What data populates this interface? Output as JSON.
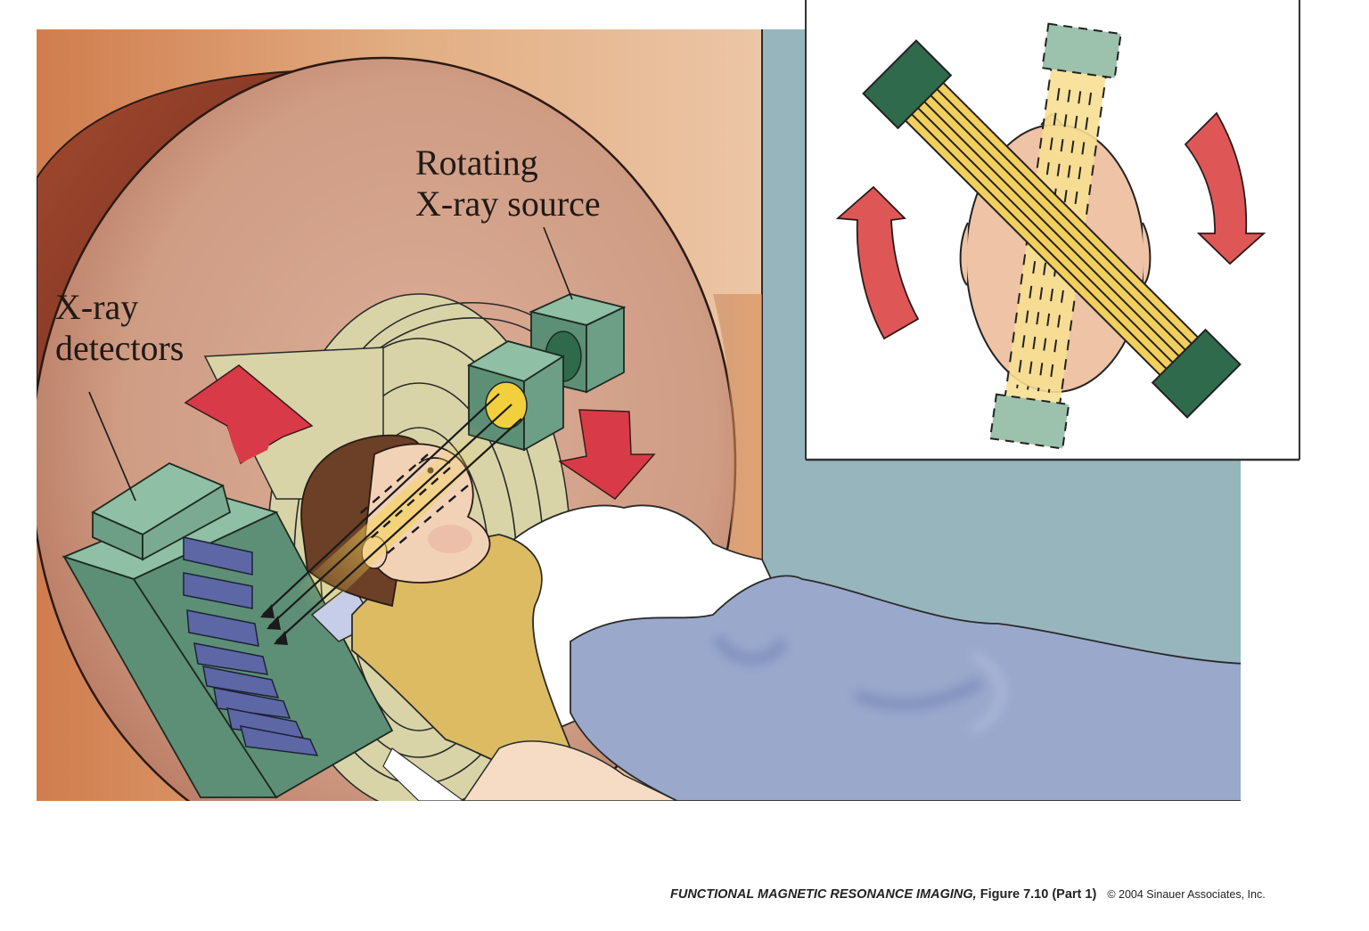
{
  "figure": {
    "labels": {
      "source": [
        "Rotating",
        "X-ray source"
      ],
      "detectors": [
        "X-ray",
        "detectors"
      ]
    },
    "caption": {
      "book_title": "FUNCTIONAL MAGNETIC RESONANCE IMAGING,",
      "figure_ref": "Figure 7.10 (Part 1)",
      "copyright": "© 2004 Sinauer Associates, Inc."
    },
    "inset": {
      "description": "Top-down view of head with rotating X-ray source/detector pairs"
    },
    "colors": {
      "gantry_outer": "#d9895a",
      "gantry_face": "#cf9f86",
      "gantry_rim": "#8a3a28",
      "wall": "#97b5bc",
      "detector_green": "#5d8f76",
      "detector_dark_green": "#2f6a4c",
      "detector_light_green": "#8fbfa4",
      "detector_blue": "#5d67a6",
      "arrow_red": "#d93a48",
      "inset_arrow_red": "#df5656",
      "beam_yellow": "#f2cf5c",
      "blanket_blue": "#9aa8cc",
      "shirt_gold": "#dcbb63",
      "skin": "#f2d2b6",
      "hair": "#6b4026",
      "ring_beige": "#d8d4a8"
    }
  }
}
